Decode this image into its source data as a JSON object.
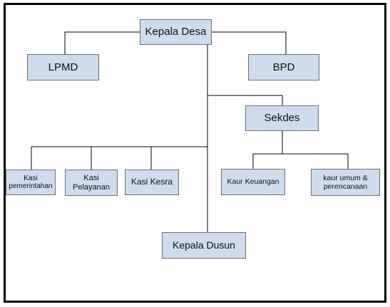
{
  "chart": {
    "nodes": {
      "kepala_desa": "Kepala Desa",
      "lpmd": "LPMD",
      "bpd": "BPD",
      "sekdes": "Sekdes",
      "kasi_pemerintahan": "Kasi pemerintahan",
      "kasi_pelayanan": "Kasi Pelayanan",
      "kasi_kesra": "Kasi Kesra",
      "kaur_keuangan": "Kaur Keuangan",
      "kaur_umum": "kaur umum & perencanaan",
      "kepala_dusun": "Kepala Dusun"
    },
    "box_color": "#cfdcee",
    "line_color": "#000000"
  }
}
